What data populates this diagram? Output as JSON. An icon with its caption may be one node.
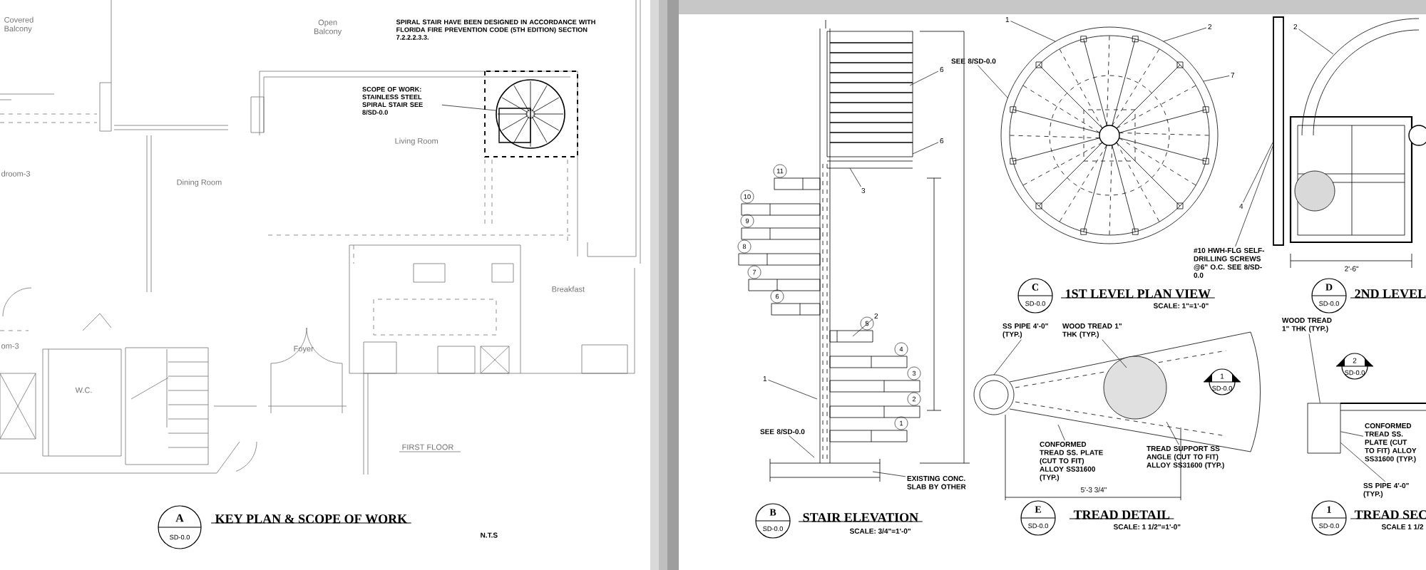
{
  "diagram": {
    "nodes": [
      {
        "text": [
          "SCOPE OF WORK: STAINLESS STEEL SPIRAL STAIR SEE 8/SD-0.0"
        ]
      },
      {
        "text": [],
        "shape": "picture"
      },
      {
        "text": [
          "SEE 8/SD-0.0"
        ]
      },
      {
        "text": [
          "EXISTING CONC. SLAB BY OTHER"
        ]
      },
      {
        "text": [
          "SEE 8/SD-0.0"
        ]
      },
      {
        "text": [
          "WOOD TREAD 1\" THK (TYP.)"
        ]
      },
      {
        "text": [
          "CONFORMED TREAD SS. PLATE (CUT TO FIT) ALLOY SS31600 (TYP.)"
        ]
      },
      {
        "text": [
          "TREAD SUPPORT SS ANGLE (CUT TO FIT) ALLOY SS31600 (TYP.)"
        ]
      },
      {
        "text": [
          "SS PIPE 4'-0\" (TYP.)"
        ]
      },
      {
        "text": [
          "#10 HWH-FLG SELF-DRILLING SCREWS @6\" O.C. SEE 8/SD-0.0"
        ]
      },
      {
        "text": [
          "WOOD TREAD 1\" THK (TYP.)"
        ]
      },
      {
        "text": [
          "CONFORMED TREAD SS. PLATE (CUT TO FIT) ALLOY SS31600 (TYP.)"
        ]
      },
      {
        "text": [
          "SS PIPE 4'-0\" (TYP.)"
        ]
      },
      {
        "text": [
          "6"
        ]
      },
      {
        "text": [
          "6"
        ]
      },
      {
        "text": [
          "3"
        ]
      },
      {
        "text": [
          "2"
        ]
      },
      {
        "text": [
          "1"
        ]
      },
      {
        "text": [
          "2"
        ]
      },
      {
        "text": [
          "1"
        ]
      },
      {
        "text": [
          "7"
        ]
      },
      {
        "text": [
          "2"
        ]
      },
      {
        "text": [
          "4"
        ]
      },
      {
        "text": [],
        "shape": "bar"
      },
      {
        "text": [],
        "shape": "picture"
      }
    ],
    "edges": [
      {
        "from": 0,
        "to": 1,
        "arrow": "none"
      },
      {
        "from": 2,
        "to": null,
        "arrow": "none"
      },
      {
        "from": 3,
        "to": null,
        "arrow": "none"
      },
      {
        "from": 4,
        "to": null,
        "arrow": "none"
      },
      {
        "from": 5,
        "to": null,
        "arrow": "none"
      },
      {
        "from": 6,
        "to": null,
        "arrow": "none"
      },
      {
        "from": 7,
        "to": null,
        "arrow": "none"
      },
      {
        "from": 8,
        "to": null,
        "arrow": "none"
      },
      {
        "from": 9,
        "to": 23,
        "arrow": "none"
      },
      {
        "from": 10,
        "to": 24,
        "arrow": "none"
      },
      {
        "from": 11,
        "to": 24,
        "arrow": "none"
      },
      {
        "from": 12,
        "to": 24,
        "arrow": "none"
      },
      {
        "from": 13,
        "to": null,
        "arrow": "none"
      },
      {
        "from": 14,
        "to": null,
        "arrow": "none"
      },
      {
        "from": 15,
        "to": null,
        "arrow": "none"
      },
      {
        "from": 16,
        "to": null,
        "arrow": "none"
      },
      {
        "from": 17,
        "to": null,
        "arrow": "none"
      },
      {
        "from": 18,
        "to": null,
        "arrow": "none"
      },
      {
        "from": 19,
        "to": null,
        "arrow": "none"
      },
      {
        "from": 20,
        "to": null,
        "arrow": "none"
      },
      {
        "from": 21,
        "to": null,
        "arrow": "none"
      },
      {
        "from": 22,
        "to": 23,
        "arrow": "none"
      }
    ],
    "labels": [
      "Covered Balcony",
      "Open Balcony",
      "SPIRAL STAIR HAVE BEEN DESIGNED IN ACCORDANCE WITH FLORIDA FIRE PREVENTION CODE (5TH EDITION) SECTION 7.2.2.2.3.3.",
      "Living Room",
      "droom-3",
      "Dining Room",
      "Breakfast",
      "om-3",
      "W.C.",
      "Foyer",
      "FIRST FLOOR",
      "A",
      "SD-0.0",
      "KEY PLAN & SCOPE OF WORK",
      "N.T.S",
      "B",
      "SD-0.0",
      "STAIR ELEVATION",
      "SCALE: 3/4\"=1'-0\"",
      "C",
      "SD-0.0",
      "1ST LEVEL PLAN VIEW",
      "SCALE: 1\"=1'-0\"",
      "D",
      "SD-0.0",
      "2ND LEVEL",
      "E",
      "SD-0.0",
      "TREAD DETAIL",
      "SCALE: 1 1/2\"=1'-0\"",
      "1",
      "SD-0.0",
      "TREAD SEC",
      "SCALE 1 1/2",
      "1",
      "SD-0.0",
      "2",
      "SD-0.0",
      "5'-3 3/4\"",
      "2'-6\"",
      "11",
      "10",
      "9",
      "8",
      "7",
      "6",
      "5",
      "4",
      "3",
      "2",
      "1"
    ]
  }
}
